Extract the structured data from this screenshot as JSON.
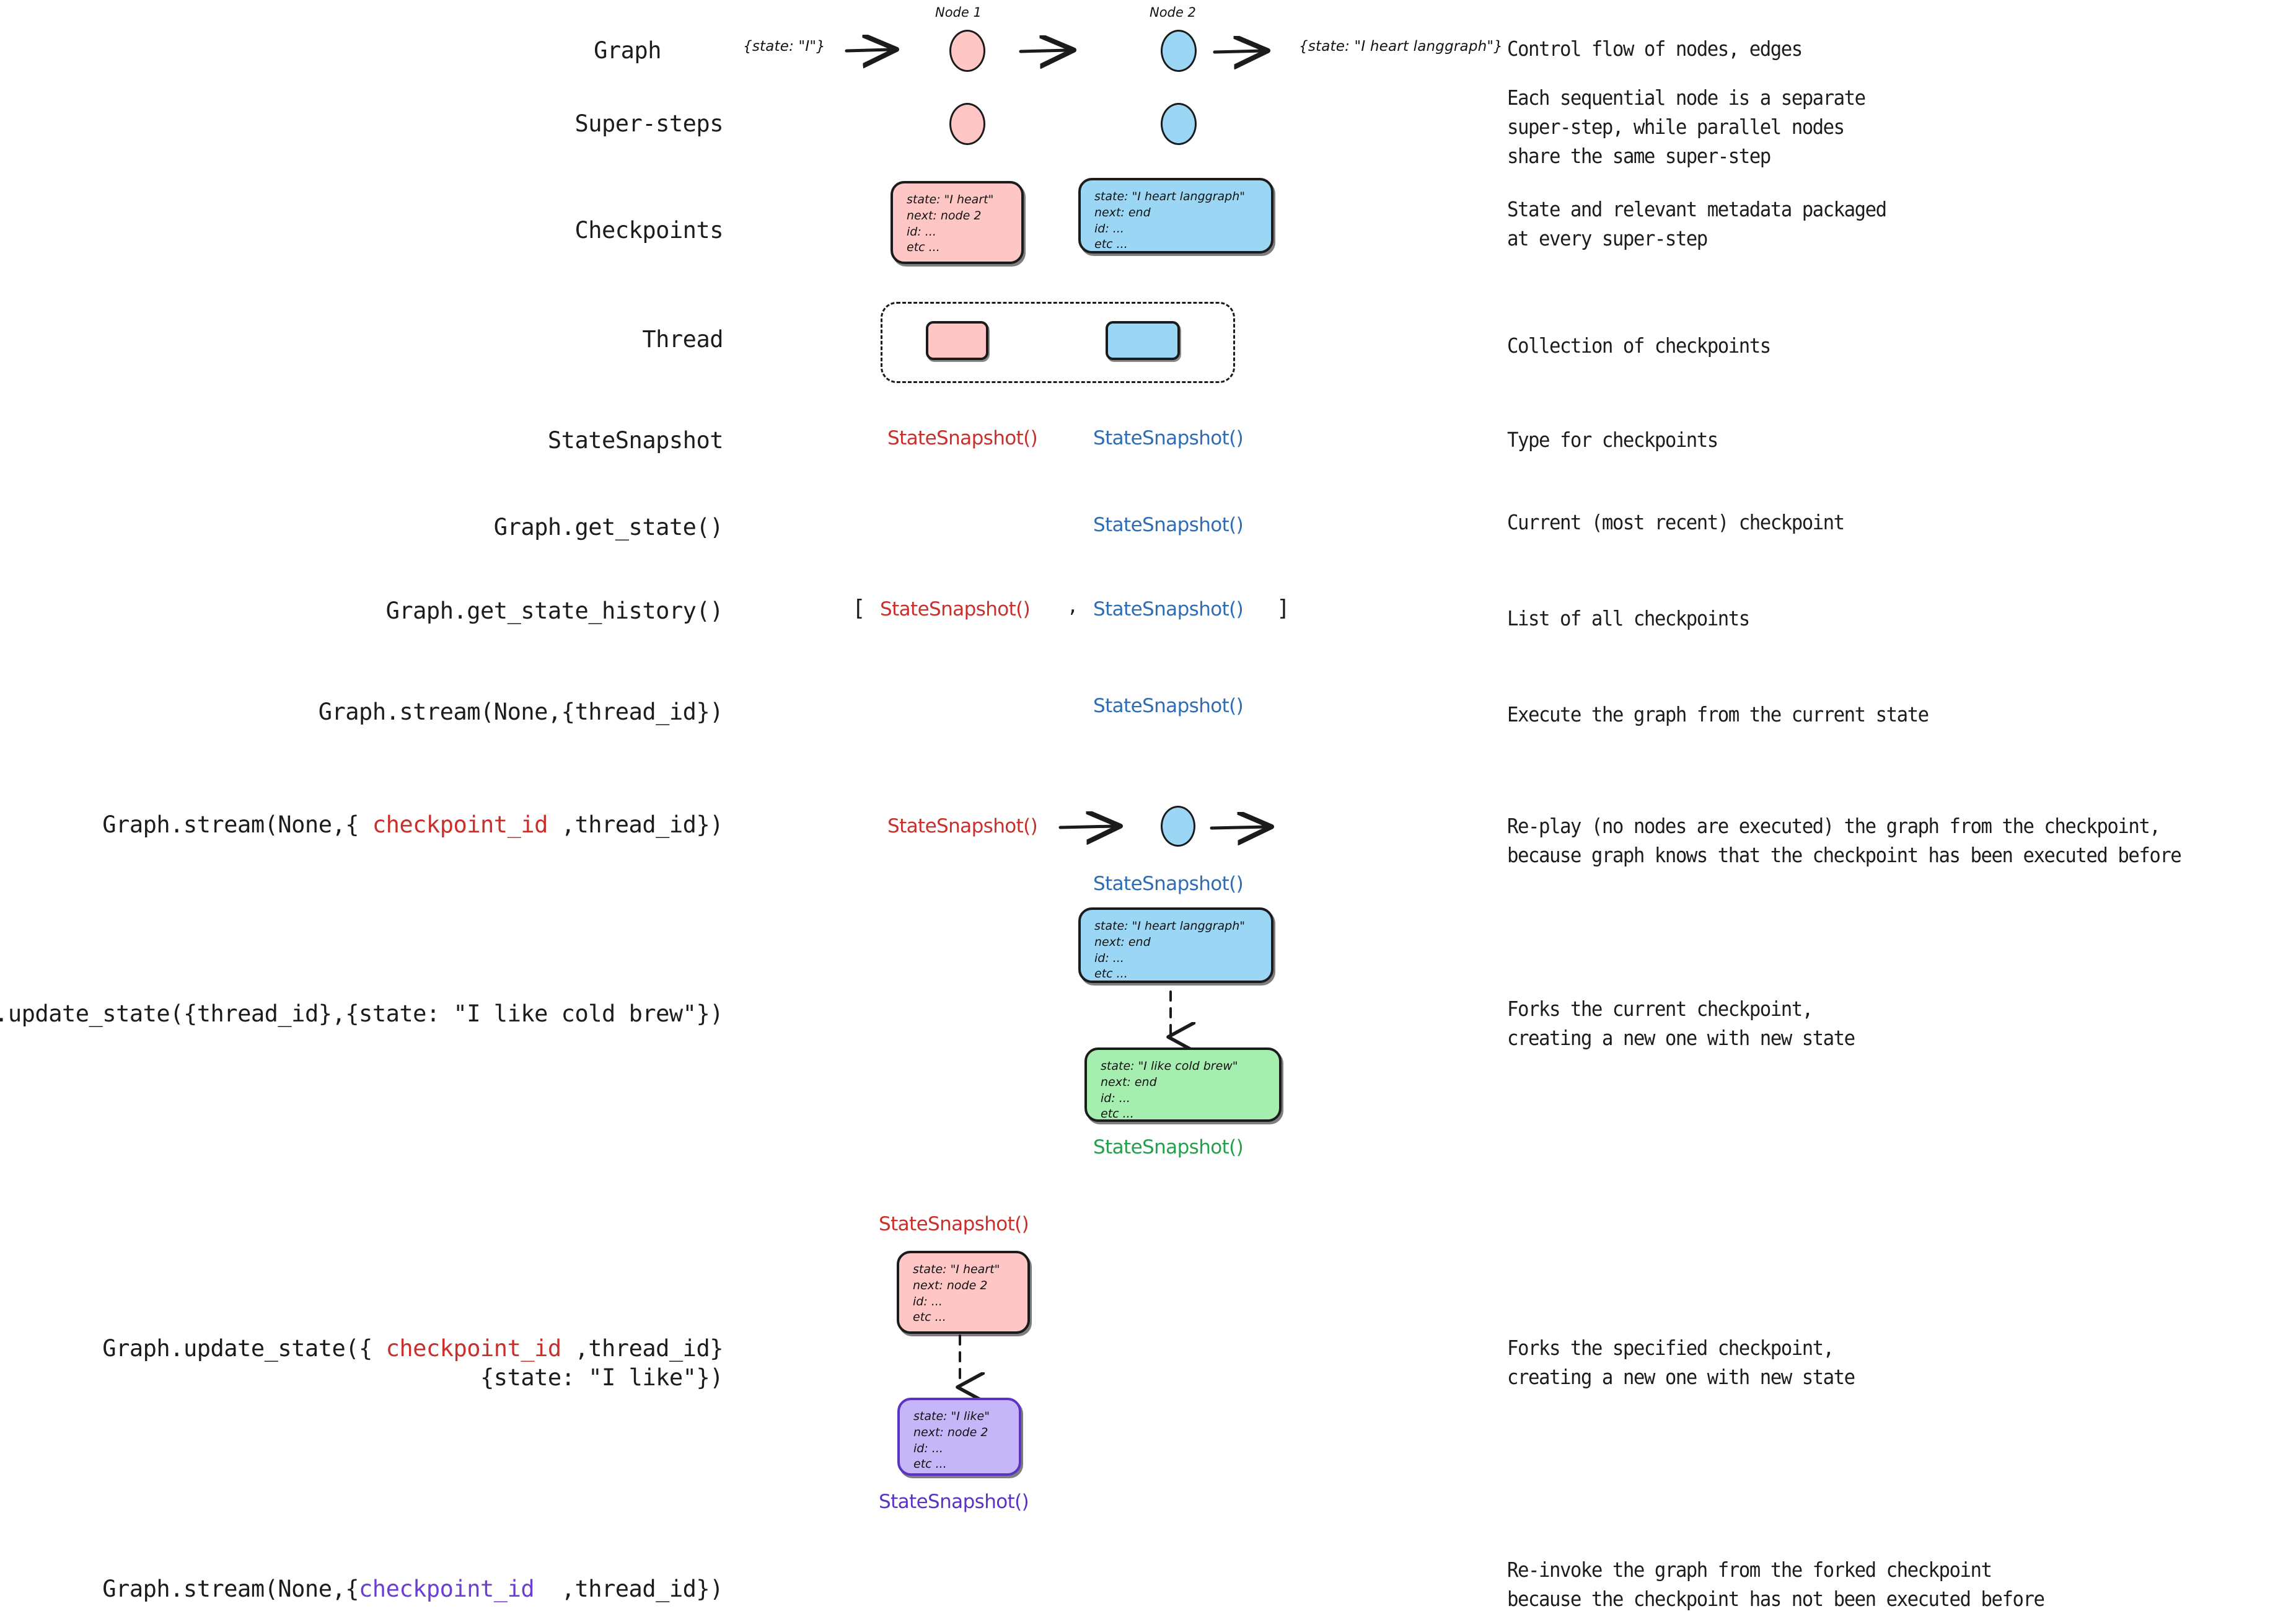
{
  "rows": [
    {
      "label": "Graph",
      "desc": "Control flow of nodes, edges"
    },
    {
      "label": "Super-steps",
      "desc": "Each sequential node is a separate\nsuper-step, while parallel nodes\nshare the same super-step"
    },
    {
      "label": "Checkpoints",
      "desc": "State and relevant metadata packaged\nat every super-step"
    },
    {
      "label": "Thread",
      "desc": "Collection of checkpoints"
    },
    {
      "label": "StateSnapshot",
      "desc": "Type for checkpoints"
    },
    {
      "label": "Graph.get_state()",
      "desc": "Current (most recent) checkpoint"
    },
    {
      "label": "Graph.get_state_history()",
      "desc": "List of all checkpoints"
    },
    {
      "label": "Graph.stream(None,{thread_id})",
      "desc": "Execute the graph from the current state"
    },
    {
      "label_parts": [
        "Graph.stream(None,{ ",
        "checkpoint_id",
        " ,thread_id})"
      ],
      "desc": "Re-play (no nodes are executed) the graph from the checkpoint,\nbecause graph knows that the checkpoint has been executed before"
    },
    {
      "label": "Graph.update_state({thread_id},{state: \"I like cold brew\"})",
      "desc": "Forks the current checkpoint,\ncreating a new one with new state"
    },
    {
      "label_parts": [
        "Graph.update_state({ ",
        "checkpoint_id",
        " ,thread_id}"
      ],
      "label_line2": "{state: \"I like\"})",
      "desc": "Forks the specified checkpoint,\ncreating a new one with new state"
    },
    {
      "label_parts": [
        "Graph.stream(None,{",
        "checkpoint_id",
        "  ,thread_id})"
      ],
      "desc": "Re-invoke the graph from the forked checkpoint\nbecause the checkpoint has not been executed before"
    }
  ],
  "graph_row": {
    "node1_caption": "Node 1",
    "node2_caption": "Node 2",
    "input_state": "{state: \"I\"}",
    "output_state": "{state: \"I heart langgraph\"}"
  },
  "cards": {
    "pink_checkpoint": {
      "line1": "state: \"I heart\"",
      "line2": "next: node 2",
      "line3": "id: ...",
      "line4": "etc ..."
    },
    "blue_checkpoint": {
      "line1": "state: \"I heart langgraph\"",
      "line2": "next: end",
      "line3": "id: ...",
      "line4": "etc ..."
    },
    "blue_replay": {
      "line1": "state: \"I heart langgraph\"",
      "line2": "next: end",
      "line3": "id: ...",
      "line4": "etc ..."
    },
    "green_fork": {
      "line1": "state: \"I like cold brew\"",
      "line2": "next: end",
      "line3": "id: ...",
      "line4": "etc ..."
    },
    "pink_fork_src": {
      "line1": "state: \"I heart\"",
      "line2": "next: node 2",
      "line3": "id: ...",
      "line4": "etc ..."
    },
    "purple_fork": {
      "line1": "state: \"I like\"",
      "line2": "next: node 2",
      "line3": "id: ...",
      "line4": "etc ..."
    }
  },
  "snapshot_labels": {
    "type_red": "StateSnapshot()",
    "type_blue": "StateSnapshot()",
    "get_state": "StateSnapshot()",
    "history_open": "[",
    "history_red": "StateSnapshot()",
    "history_comma": ",",
    "history_blue": "StateSnapshot()",
    "history_close": "]",
    "stream_current": "StateSnapshot()",
    "replay_red": "StateSnapshot()",
    "replay_blue": "StateSnapshot()",
    "fork_green": "StateSnapshot()",
    "fork_src_red": "StateSnapshot()",
    "fork_purple": "StateSnapshot()"
  },
  "colors": {
    "pink_fill": "#ffc6c6",
    "blue_fill": "#9bd7f5",
    "green_fill": "#a6eeb0",
    "purple_fill": "#c5b6f7",
    "red_text": "#c9302c",
    "blue_text": "#2e6db4",
    "green_text": "#22a04a",
    "purple_text": "#5b33c4",
    "stroke": "#1b1b1b"
  }
}
